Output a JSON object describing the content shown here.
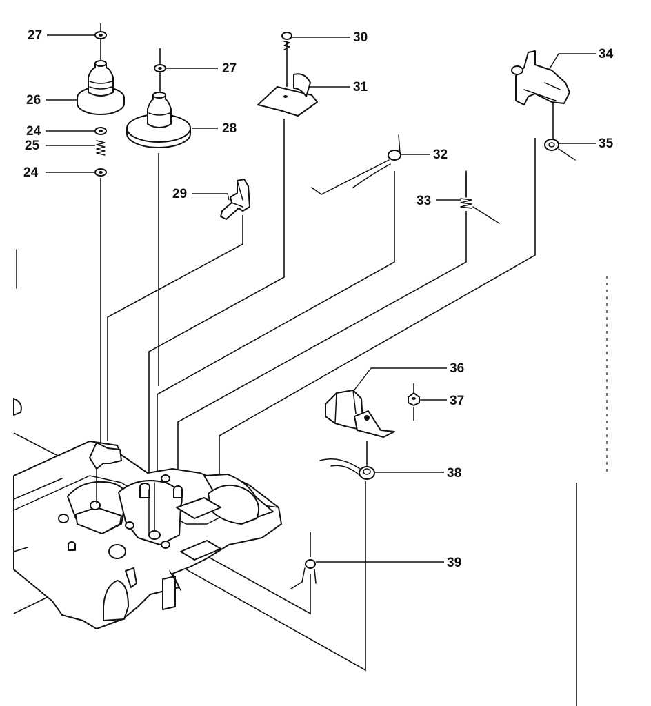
{
  "callouts": [
    {
      "id": "c27a",
      "text": "27"
    },
    {
      "id": "c26",
      "text": "26"
    },
    {
      "id": "c24a",
      "text": "24"
    },
    {
      "id": "c25",
      "text": "25"
    },
    {
      "id": "c24b",
      "text": "24"
    },
    {
      "id": "c27b",
      "text": "27"
    },
    {
      "id": "c28",
      "text": "28"
    },
    {
      "id": "c29",
      "text": "29"
    },
    {
      "id": "c30",
      "text": "30"
    },
    {
      "id": "c31",
      "text": "31"
    },
    {
      "id": "c32",
      "text": "32"
    },
    {
      "id": "c33",
      "text": "33"
    },
    {
      "id": "c34",
      "text": "34"
    },
    {
      "id": "c35",
      "text": "35"
    },
    {
      "id": "c36",
      "text": "36"
    },
    {
      "id": "c37",
      "text": "37"
    },
    {
      "id": "c38",
      "text": "38"
    },
    {
      "id": "c39",
      "text": "39"
    }
  ]
}
